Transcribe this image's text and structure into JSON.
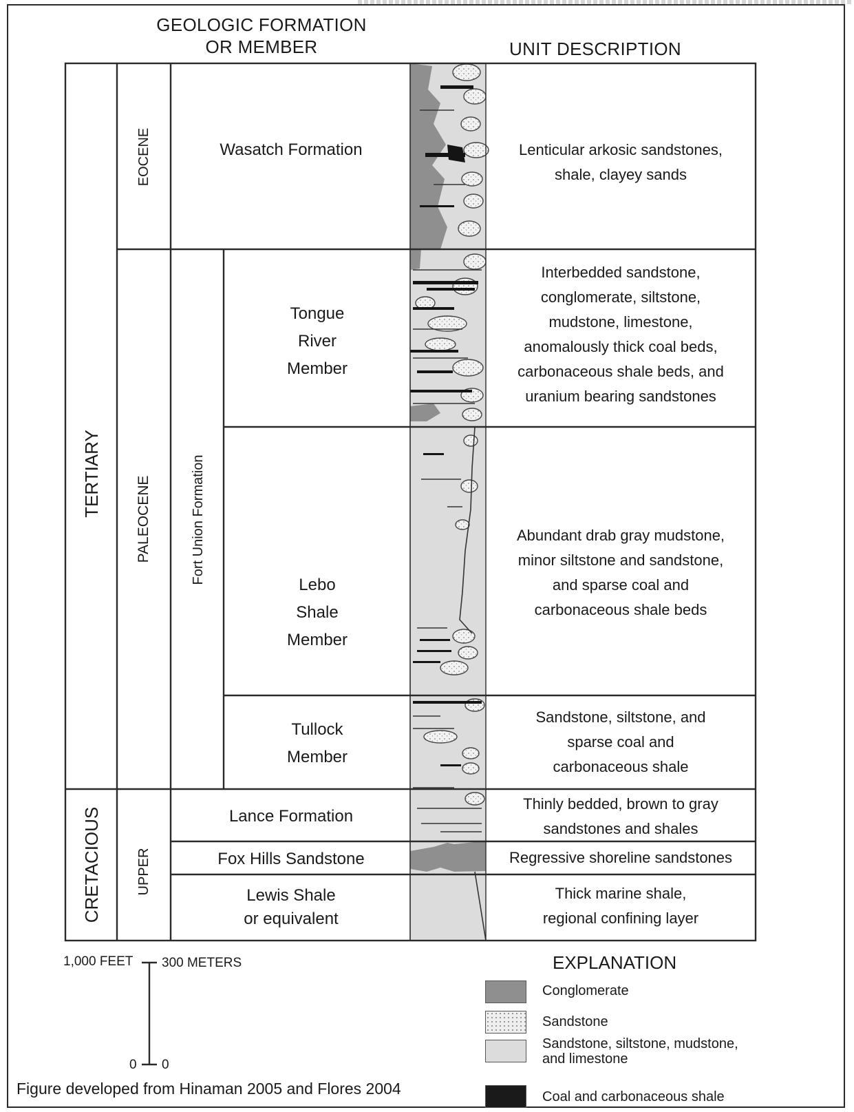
{
  "headers": {
    "formation": "GEOLOGIC FORMATION\nOR MEMBER",
    "description": "UNIT DESCRIPTION"
  },
  "periods": {
    "tertiary": "TERTIARY",
    "cretaceous": "CRETACIOUS"
  },
  "epochs": {
    "eocene": "EOCENE",
    "paleocene": "PALEOCENE",
    "upper": "UPPER"
  },
  "fort_union": "Fort Union Formation",
  "units": [
    {
      "name": "Wasatch Formation",
      "description": "Lenticular arkosic sandstones,\nshale, clayey sands"
    },
    {
      "name": "Tongue\nRiver\nMember",
      "description": "Interbedded sandstone,\nconglomerate, siltstone,\nmudstone, limestone,\nanomalously thick coal beds,\ncarbonaceous shale beds, and\nuranium bearing sandstones"
    },
    {
      "name": "Lebo\nShale\nMember",
      "description": "Abundant drab gray mudstone,\nminor siltstone and sandstone,\nand sparse coal and\ncarbonaceous shale beds"
    },
    {
      "name": "Tullock\nMember",
      "description": "Sandstone, siltstone, and\nsparse coal and\ncarbonaceous shale"
    },
    {
      "name": "Lance Formation",
      "description": "Thinly bedded, brown to gray\nsandstones and shales"
    },
    {
      "name": "Fox Hills Sandstone",
      "description": "Regressive shoreline sandstones"
    },
    {
      "name": "Lewis Shale\nor equivalent",
      "description": "Thick marine shale,\nregional confining layer"
    }
  ],
  "scale": {
    "feet_top": "1,000 FEET",
    "meters_top": "300 METERS",
    "feet_zero": "0",
    "meters_zero": "0"
  },
  "legend": {
    "title": "EXPLANATION",
    "items": [
      {
        "label": "Conglomerate",
        "color": "#8f8f8f",
        "pattern": "solid"
      },
      {
        "label": "Sandstone",
        "color": "#eeeeee",
        "pattern": "dots"
      },
      {
        "label": "Sandstone, siltstone, mudstone,\nand limestone",
        "color": "#dcdcdc",
        "pattern": "solid"
      },
      {
        "label": "Coal and carbonaceous shale",
        "color": "#1a1a1a",
        "pattern": "solid"
      }
    ]
  },
  "caption": "Figure developed from Hinaman 2005 and Flores 2004"
}
